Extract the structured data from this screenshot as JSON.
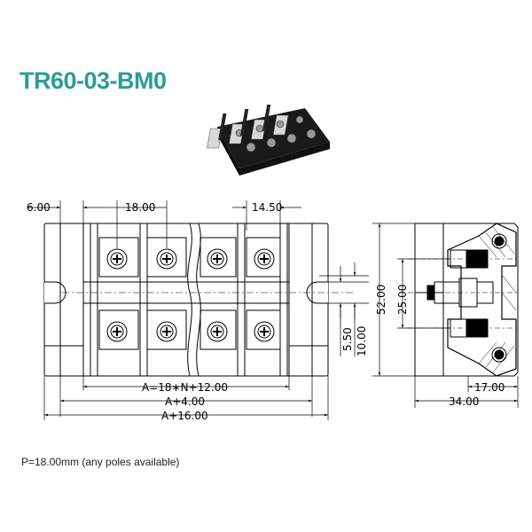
{
  "title": "TR60-03-BM0",
  "note": "P=18.00mm   (any poles available)",
  "front_view": {
    "dims": {
      "edge_offset": "6.00",
      "pitch": "18.00",
      "partial": "14.50",
      "length_a": "A=18∗N+12.00",
      "length_a4": "A+4.00",
      "length_a16": "A+16.00",
      "slot_a": "5.50",
      "slot_b": "10.00"
    }
  },
  "side_view": {
    "dims": {
      "height": "52.00",
      "inner": "25.00",
      "depth_a": "17.00",
      "depth_b": "34.00"
    }
  }
}
